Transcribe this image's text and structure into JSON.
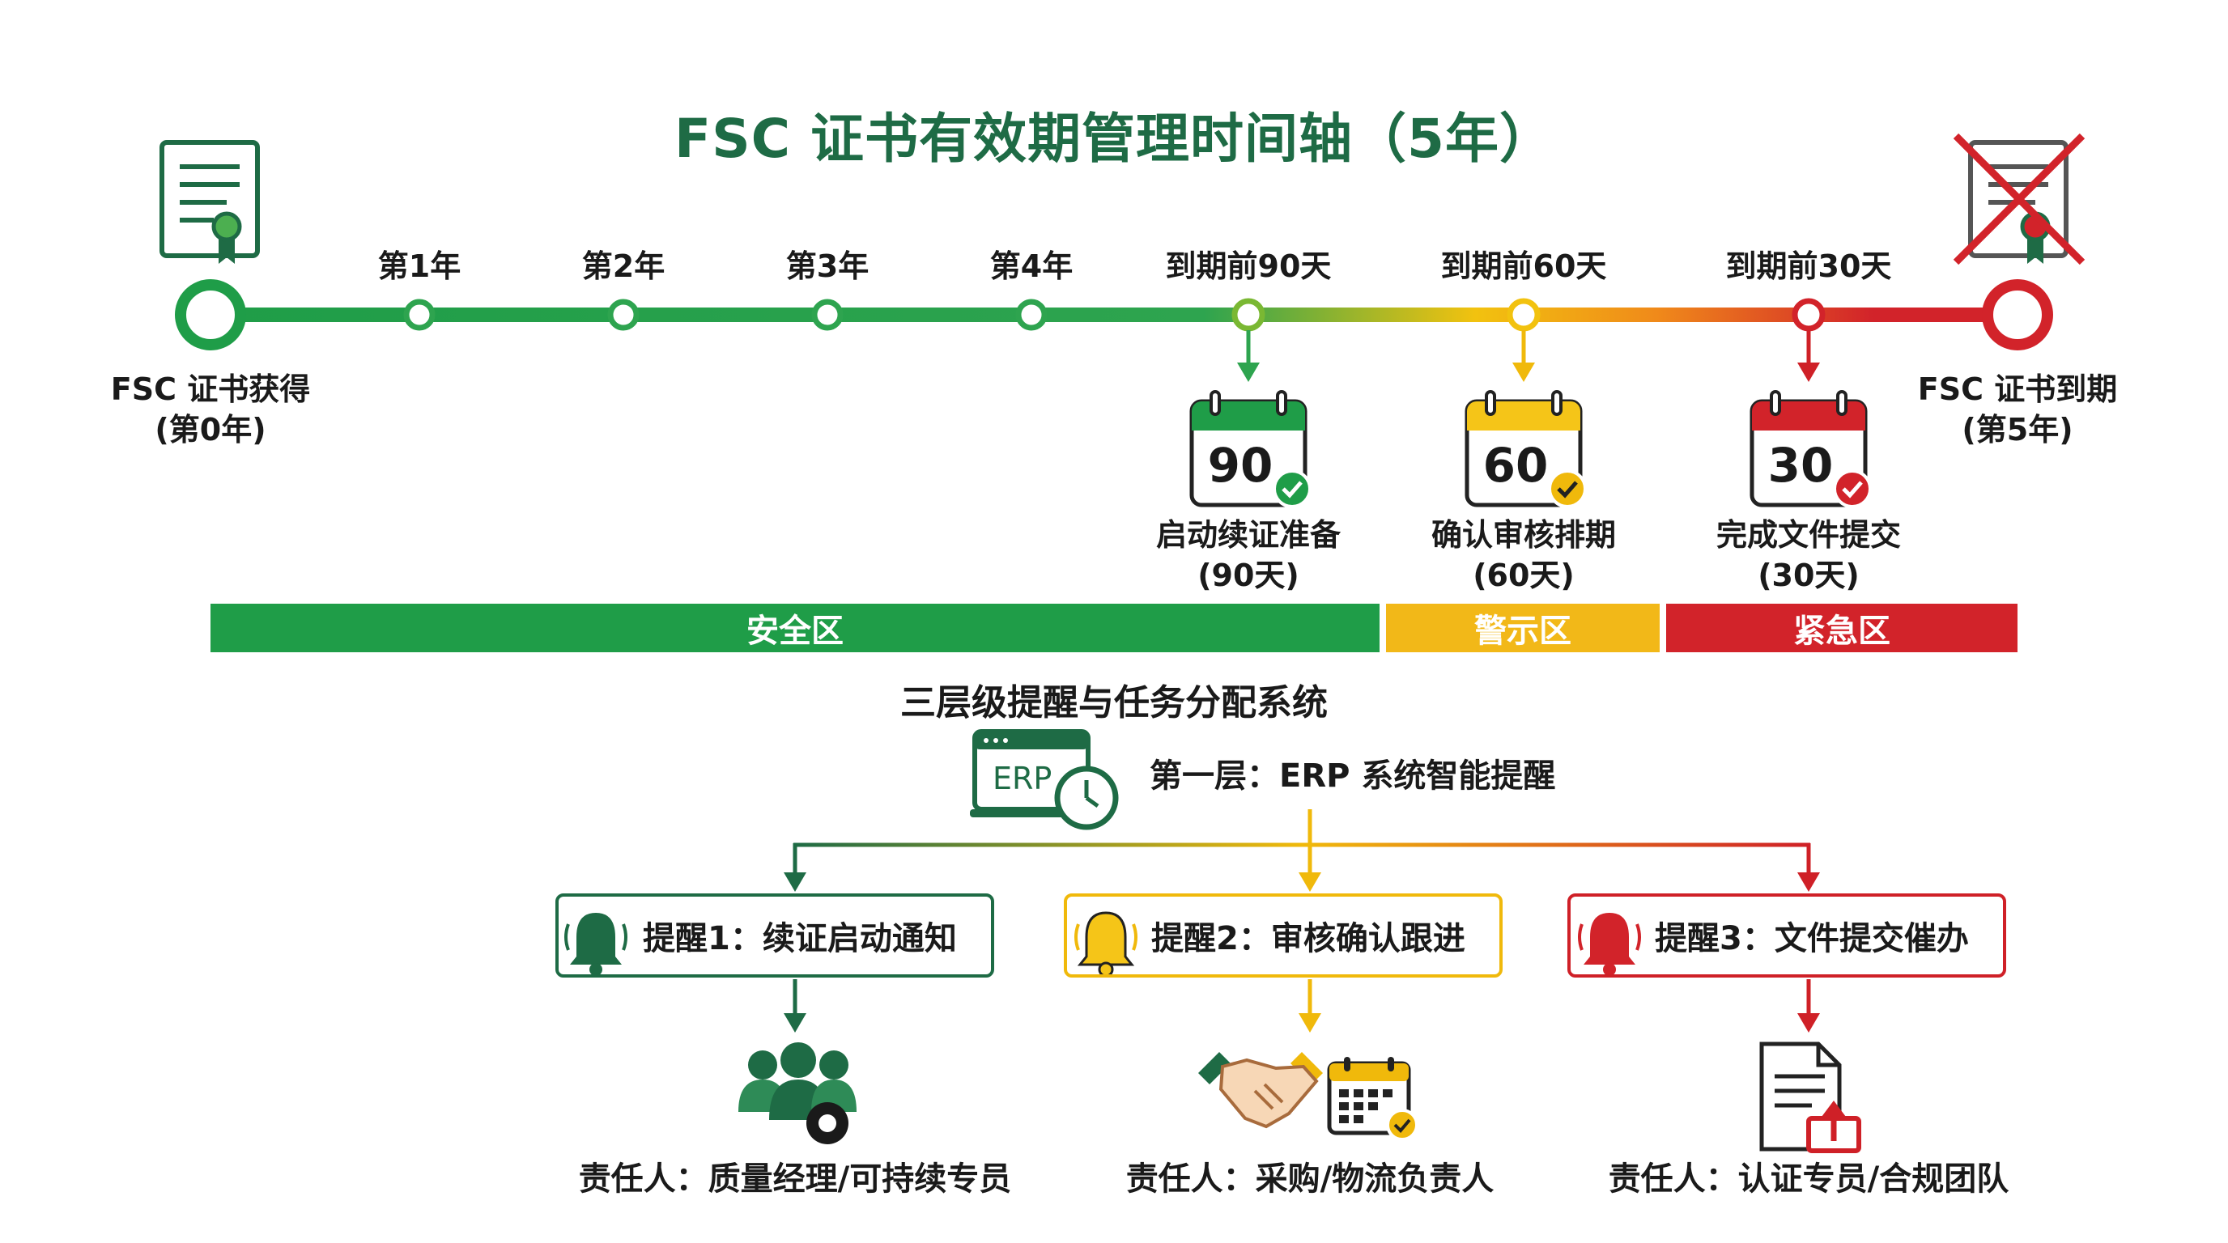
{
  "title": "FSC 证书有效期管理时间轴（5年）",
  "timeline": {
    "start": {
      "line1": "FSC 证书获得",
      "line2": "(第0年)"
    },
    "end": {
      "line1": "FSC 证书到期",
      "line2": "(第5年)"
    },
    "ticks": [
      "第1年",
      "第2年",
      "第3年",
      "第4年",
      "到期前90天",
      "到期前60天",
      "到期前30天"
    ],
    "milestones": [
      {
        "days": "90",
        "line1": "启动续证准备",
        "line2": "(90天)",
        "color": "#1f8f42"
      },
      {
        "days": "60",
        "line1": "确认审核排期",
        "line2": "(60天)",
        "color": "#f0b90b"
      },
      {
        "days": "30",
        "line1": "完成文件提交",
        "line2": "(30天)",
        "color": "#cf2027"
      }
    ],
    "zones": [
      {
        "label": "安全区",
        "color": "#1f9d48"
      },
      {
        "label": "警示区",
        "color": "#f2b818"
      },
      {
        "label": "紧急区",
        "color": "#d2232a"
      }
    ]
  },
  "system": {
    "title": "三层级提醒与任务分配系统",
    "erp_icon_text": "ERP",
    "layer1": "第一层：ERP 系统智能提醒",
    "reminders": [
      {
        "label": "提醒1：续证启动通知",
        "color": "#1e6b45"
      },
      {
        "label": "提醒2：审核确认跟进",
        "color": "#f0b90b"
      },
      {
        "label": "提醒3：文件提交催办",
        "color": "#cf2027"
      }
    ],
    "responsible": [
      "责任人：质量经理/可持续专员",
      "责任人：采购/物流负责人",
      "责任人：认证专员/合规团队"
    ]
  },
  "colors": {
    "green": "#1f9d48",
    "dark_green": "#1e6b45",
    "yellow": "#f0b90b",
    "red": "#cf2027"
  }
}
